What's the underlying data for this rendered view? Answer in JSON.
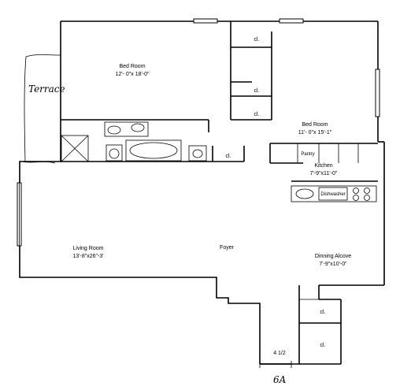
{
  "rooms": {
    "bedroom_1": {
      "name": "Bed Room",
      "size": "12'- 0\"x 18'-0\""
    },
    "bedroom_2": {
      "name": "Bed Room",
      "size": "11'- 0\"x 15'-1\""
    },
    "kitchen": {
      "name": "Kitchen",
      "size": "7'-9\"x11'-0\""
    },
    "living_room": {
      "name": "Living Room",
      "size": "13'-8\"x26\"-3'"
    },
    "foyer": {
      "name": "Foyer"
    },
    "dining_alcove": {
      "name": "Dinning Alcove",
      "size": "7'-9\"x10'-0\""
    }
  },
  "closets": {
    "label": "cl."
  },
  "fixtures": {
    "pantry": "Pantry",
    "dishwasher": "Dishwasher"
  },
  "dimension_label": "4 1/2",
  "handwritten": {
    "terrace": "Terrace",
    "unit": "6A"
  }
}
